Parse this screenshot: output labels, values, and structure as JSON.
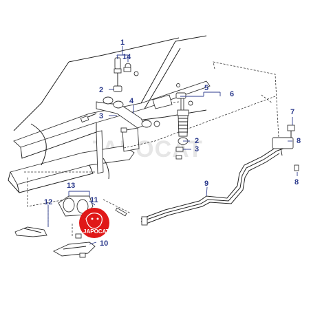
{
  "watermark": "JAPOCAT",
  "logo": {
    "text": "JAPOCAT",
    "color": "#e01818"
  },
  "callout_color": "#2b3a8c",
  "callouts": {
    "c1": "1",
    "c14": "14",
    "c2a": "2",
    "c3a": "3",
    "c4": "4",
    "c5": "5",
    "c6": "6",
    "c2b": "2",
    "c3b": "3",
    "c7": "7",
    "c8a": "8",
    "c8b": "8",
    "c9": "9",
    "c13": "13",
    "c11": "11",
    "c12": "12",
    "c10": "10"
  }
}
